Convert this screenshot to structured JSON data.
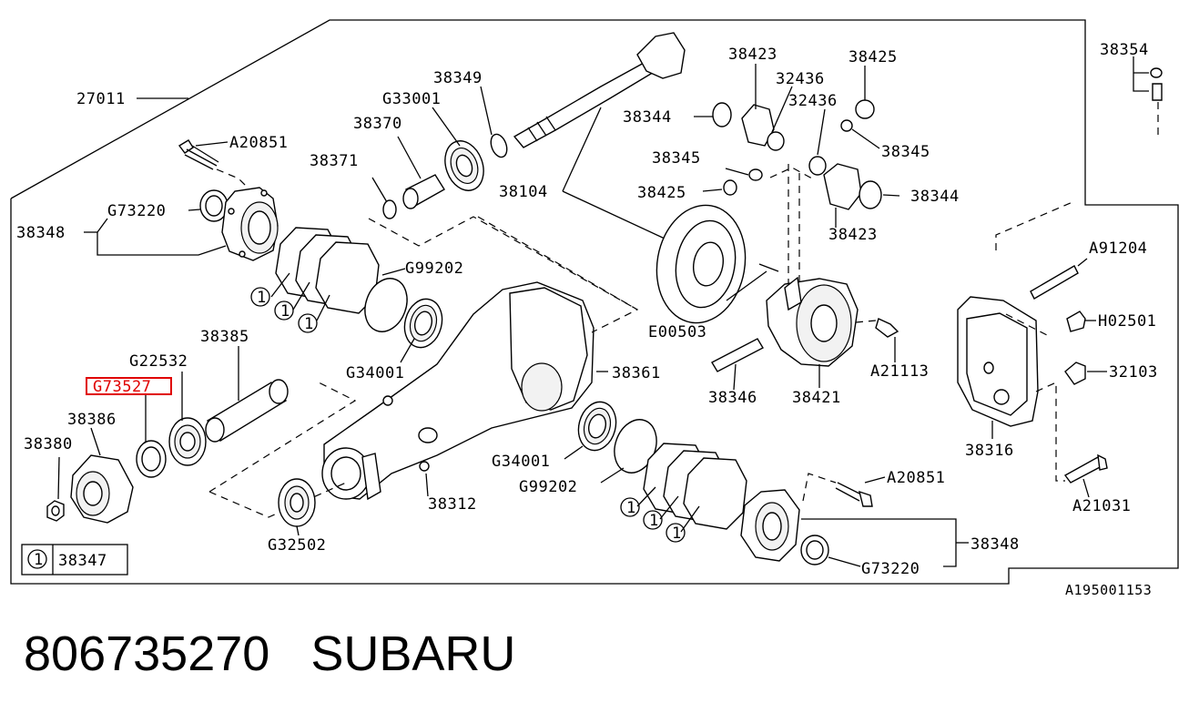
{
  "diagram": {
    "ref_code": "A195001153",
    "legend": {
      "symbol": "1",
      "part": "38347"
    },
    "highlight_color": "#e00000",
    "labels": {
      "l27011": "27011",
      "lA20851a": "A20851",
      "lG73220a": "G73220",
      "l38348a": "38348",
      "l38371": "38371",
      "l38370": "38370",
      "lG33001": "G33001",
      "l38349": "38349",
      "l38104": "38104",
      "l38423a": "38423",
      "l32436a": "32436",
      "l32436b": "32436",
      "l38425a": "38425",
      "l38344a": "38344",
      "l38345a": "38345",
      "l38345b": "38345",
      "l38425b": "38425",
      "l38344b": "38344",
      "l38423b": "38423",
      "l38354": "38354",
      "lA91204": "A91204",
      "lH02501": "H02501",
      "l32103": "32103",
      "l38316": "38316",
      "lA21031": "A21031",
      "lG99202a": "G99202",
      "lG34001a": "G34001",
      "l38385": "38385",
      "lG22532": "G22532",
      "lG73527": "G73527",
      "l38386": "38386",
      "l38380": "38380",
      "l38361": "38361",
      "lE00503": "E00503",
      "lA21113": "A21113",
      "l38346": "38346",
      "l38421": "38421",
      "lG34001b": "G34001",
      "lG99202b": "G99202",
      "l38312": "38312",
      "lG32502": "G32502",
      "lA20851b": "A20851",
      "l38348b": "38348",
      "lG73220b": "G73220",
      "c1": "1",
      "c2": "1",
      "c3": "1",
      "c4": "1",
      "c5": "1",
      "c6": "1"
    }
  },
  "caption": {
    "part_number": "806735270",
    "brand": "SUBARU"
  }
}
